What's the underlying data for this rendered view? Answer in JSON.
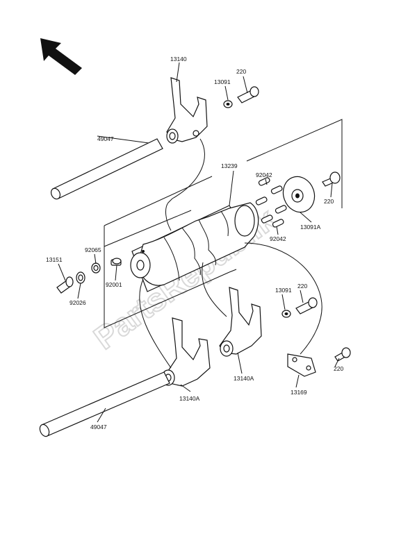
{
  "watermark": "PartsRepublik",
  "labels": {
    "shift_fork_top": "13140",
    "pin_top": "13091",
    "bolt_top": "220",
    "shaft_top": "49047",
    "drum": "13239",
    "pins_upper": "92042",
    "plate_bolt": "220",
    "plate": "13091A",
    "pins_lower": "92042",
    "washer": "92065",
    "switch": "13151",
    "pin_rod": "92001",
    "ring": "92026",
    "pin_mid": "13091",
    "bolt_mid": "220",
    "holder_bolt": "220",
    "holder": "13169",
    "fork_right": "13140A",
    "fork_left": "13140A",
    "shaft_bottom": "49047"
  },
  "icons": {
    "direction": "front-arrow-icon"
  }
}
